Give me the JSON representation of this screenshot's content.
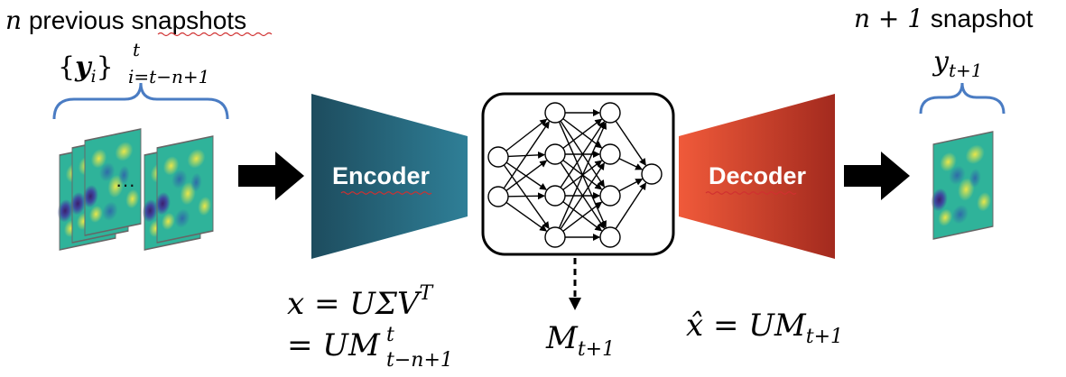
{
  "labels": {
    "input_title_var": "n",
    "input_title_text": " previous snapshots",
    "input_set_open": "{",
    "input_set_var": "y",
    "input_set_sub_i": "i",
    "input_set_close": "}",
    "input_set_sup": "t",
    "input_set_sub": "i=t−n+1",
    "ellipsis": "···",
    "encoder": "Encoder",
    "decoder": "Decoder",
    "output_title_math": "n + 1",
    "output_title_text": " snapshot",
    "output_var": "y",
    "output_sub": "t+1",
    "eq_encoder_line1": "x = UΣV",
    "eq_encoder_line1_sup": "T",
    "eq_encoder_line2": "= UM",
    "eq_encoder_line2_sup": "t",
    "eq_encoder_line2_sub": "t−n+1",
    "eq_network_output": "M",
    "eq_network_output_sub": "t+1",
    "eq_decoder": "x̂ = UM",
    "eq_decoder_sub": "t+1"
  },
  "colors": {
    "brace": "#4a7cc3",
    "encoder_dark": "#1d4c5e",
    "encoder_light": "#2f7f97",
    "decoder_light": "#f05a3a",
    "decoder_dark": "#a32a1e",
    "arrow": "#000000",
    "snapshot_base": "#2fb39a"
  },
  "network": {
    "layers": [
      2,
      4,
      4,
      1
    ]
  }
}
